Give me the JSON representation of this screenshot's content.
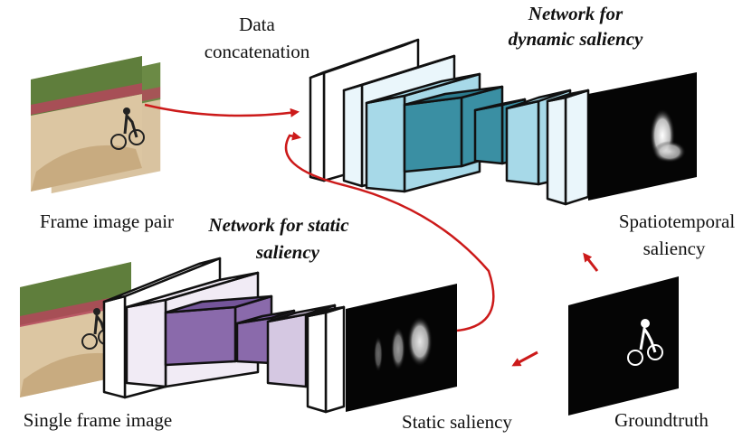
{
  "labels": {
    "data_concat_1": "Data",
    "data_concat_2": "concatenation",
    "net_dynamic_1": "Network for",
    "net_dynamic_2": "dynamic saliency",
    "frame_pair": "Frame image pair",
    "net_static_1": "Network for static",
    "net_static_2": "saliency",
    "spatiotemporal_1": "Spatiotemporal",
    "spatiotemporal_2": "saliency",
    "single_frame": "Single frame image",
    "static_saliency": "Static saliency",
    "groundtruth": "Groundtruth"
  },
  "colors": {
    "dynamic_light": "#eaf6fb",
    "dynamic_mid": "#a7d9e8",
    "dynamic_dark": "#3a8fa3",
    "static_light": "#f1ebf5",
    "static_mid": "#d5c8e2",
    "static_dark": "#8a6aab",
    "arrow": "#cc1a1a",
    "saliency_bg": "#050505"
  }
}
